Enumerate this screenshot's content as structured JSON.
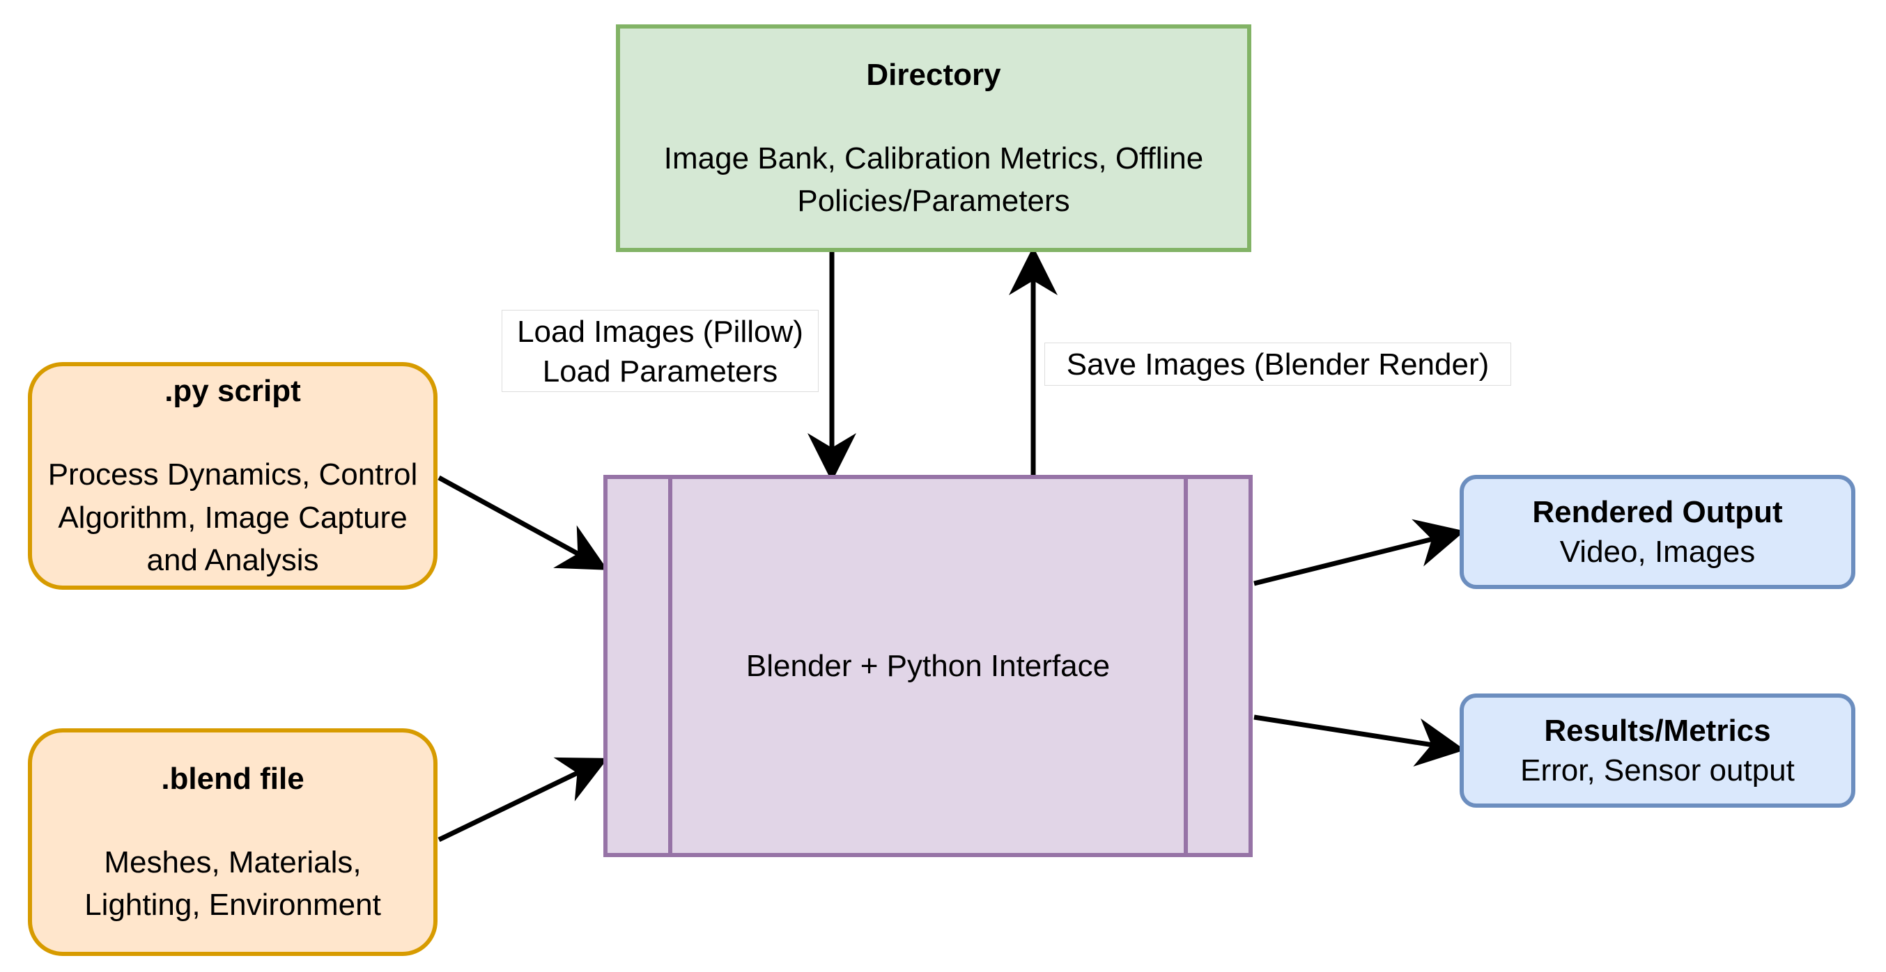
{
  "nodes": {
    "directory": {
      "title": "Directory",
      "body": "Image Bank, Calibration Metrics, Offline Policies/Parameters"
    },
    "py_script": {
      "title": ".py script",
      "body": "Process Dynamics, Control Algorithm, Image Capture and Analysis"
    },
    "blend_file": {
      "title": ".blend file",
      "body": "Meshes, Materials, Lighting, Environment"
    },
    "blender_interface": {
      "body": "Blender + Python Interface"
    },
    "rendered_output": {
      "title": "Rendered Output",
      "body": "Video, Images"
    },
    "results_metrics": {
      "title": "Results/Metrics",
      "body": "Error, Sensor output"
    }
  },
  "edges": {
    "load": {
      "line1": "Load Images (Pillow)",
      "line2": "Load Parameters"
    },
    "save": {
      "label": "Save Images (Blender Render)"
    }
  },
  "colors": {
    "directory_fill": "#d5e8d4",
    "directory_stroke": "#82b366",
    "input_fill": "#ffe6cc",
    "input_stroke": "#d79b00",
    "interface_fill": "#e1d5e7",
    "interface_stroke": "#9673a6",
    "output_fill": "#dae8fc",
    "output_stroke": "#6c8ebf",
    "arrow": "#000000"
  }
}
